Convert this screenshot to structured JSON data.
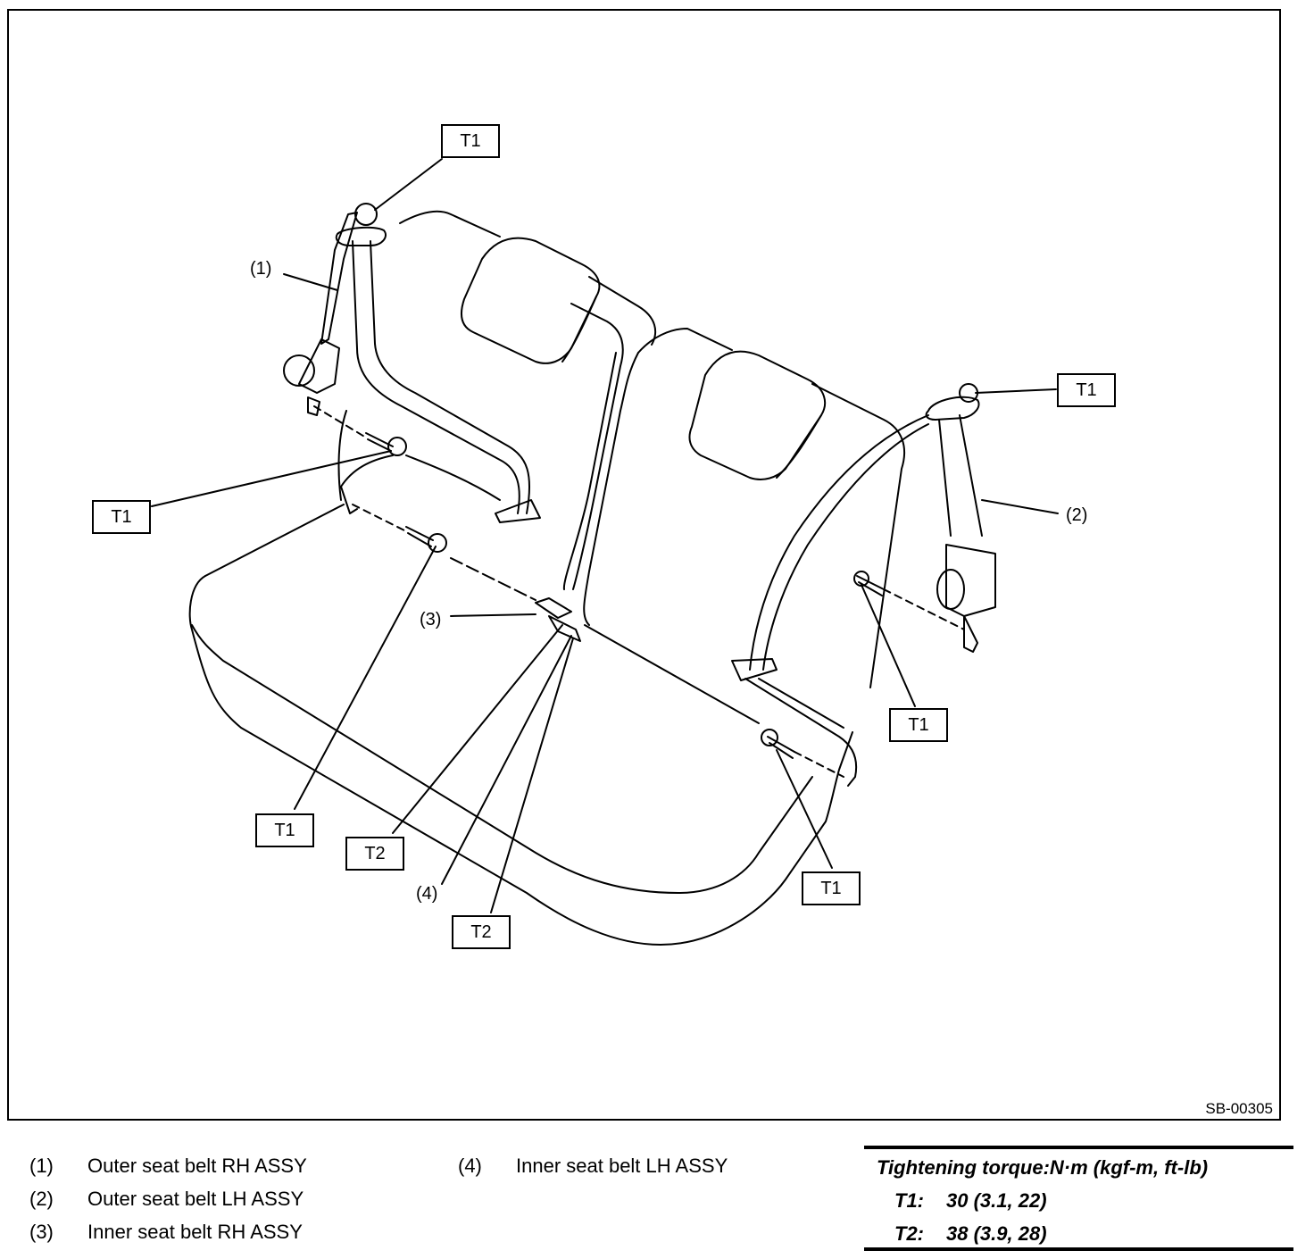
{
  "figure_id": "SB-00305",
  "labels": {
    "t1": "T1",
    "t2": "T2",
    "c1": "(1)",
    "c2": "(2)",
    "c3": "(3)",
    "c4": "(4)"
  },
  "legend": [
    {
      "num": "(1)",
      "text": "Outer seat belt RH ASSY"
    },
    {
      "num": "(2)",
      "text": "Outer seat belt LH ASSY"
    },
    {
      "num": "(3)",
      "text": "Inner seat belt RH ASSY"
    },
    {
      "num": "(4)",
      "text": "Inner seat belt LH ASSY"
    }
  ],
  "torque": {
    "title": "Tightening torque:N·m (kgf-m, ft-lb)",
    "rows": [
      {
        "code": "T1:",
        "value": "30 (3.1, 22)"
      },
      {
        "code": "T2:",
        "value": "38 (3.9, 28)"
      }
    ]
  }
}
